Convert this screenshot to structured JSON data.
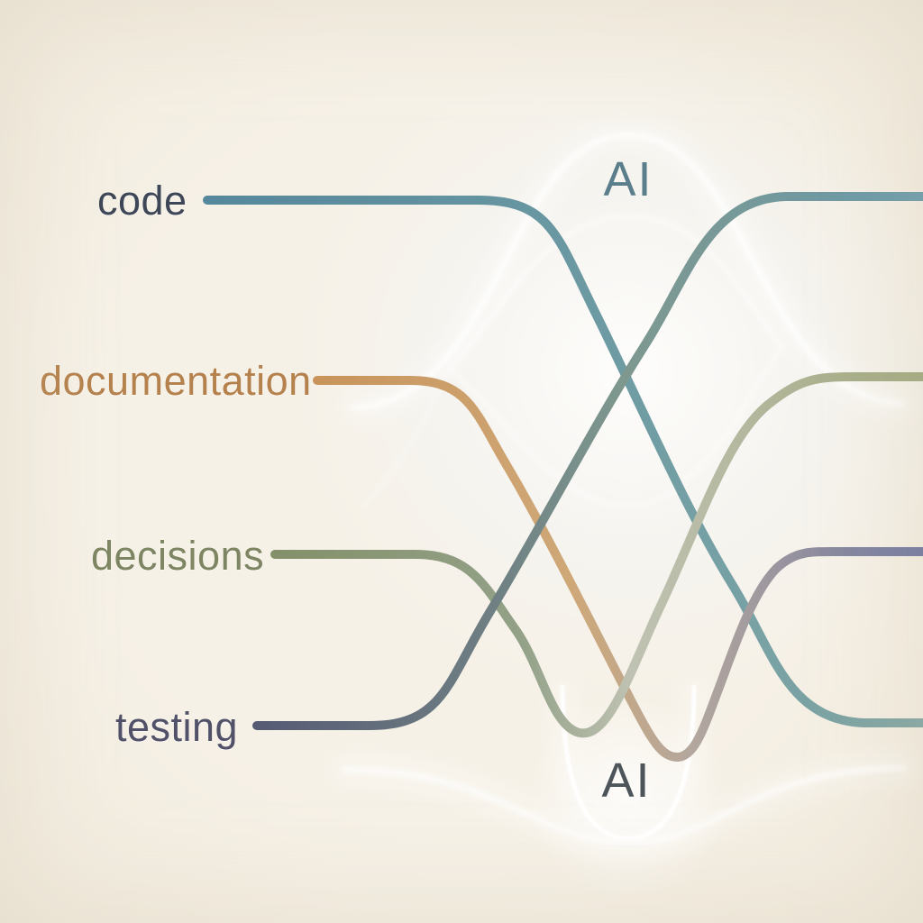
{
  "background": {
    "base": "#f5efe5",
    "glow": "#ffffff"
  },
  "ai_labels": {
    "top": {
      "text": "AI",
      "color": "#4d7383"
    },
    "bottom": {
      "text": "AI",
      "color": "#3f474c"
    }
  },
  "labels": [
    {
      "id": "code",
      "text": "code",
      "color": "#3e4757"
    },
    {
      "id": "documentation",
      "text": "documentation",
      "color": "#b5824e"
    },
    {
      "id": "decisions",
      "text": "decisions",
      "color": "#7d8562"
    },
    {
      "id": "testing",
      "text": "testing",
      "color": "#515269"
    }
  ],
  "lines": [
    {
      "id": "code",
      "label": "code",
      "left_row": 1,
      "right_row": 4,
      "colors": [
        "#55889c",
        "#6493a0",
        "#74a0a5",
        "#82a5a2"
      ]
    },
    {
      "id": "documentation",
      "label": "documentation",
      "left_row": 2,
      "right_row": 3,
      "colors": [
        "#c8945a",
        "#cfa878",
        "#b3a79e",
        "#6f76a0"
      ]
    },
    {
      "id": "decisions",
      "label": "decisions",
      "left_row": 3,
      "right_row": 2,
      "colors": [
        "#84906a",
        "#93a188",
        "#bfc2b2",
        "#a1a87e"
      ]
    },
    {
      "id": "testing",
      "label": "testing",
      "left_row": 4,
      "right_row": 1,
      "colors": [
        "#565b74",
        "#6f7f83",
        "#7e988f",
        "#699aab"
      ]
    }
  ]
}
